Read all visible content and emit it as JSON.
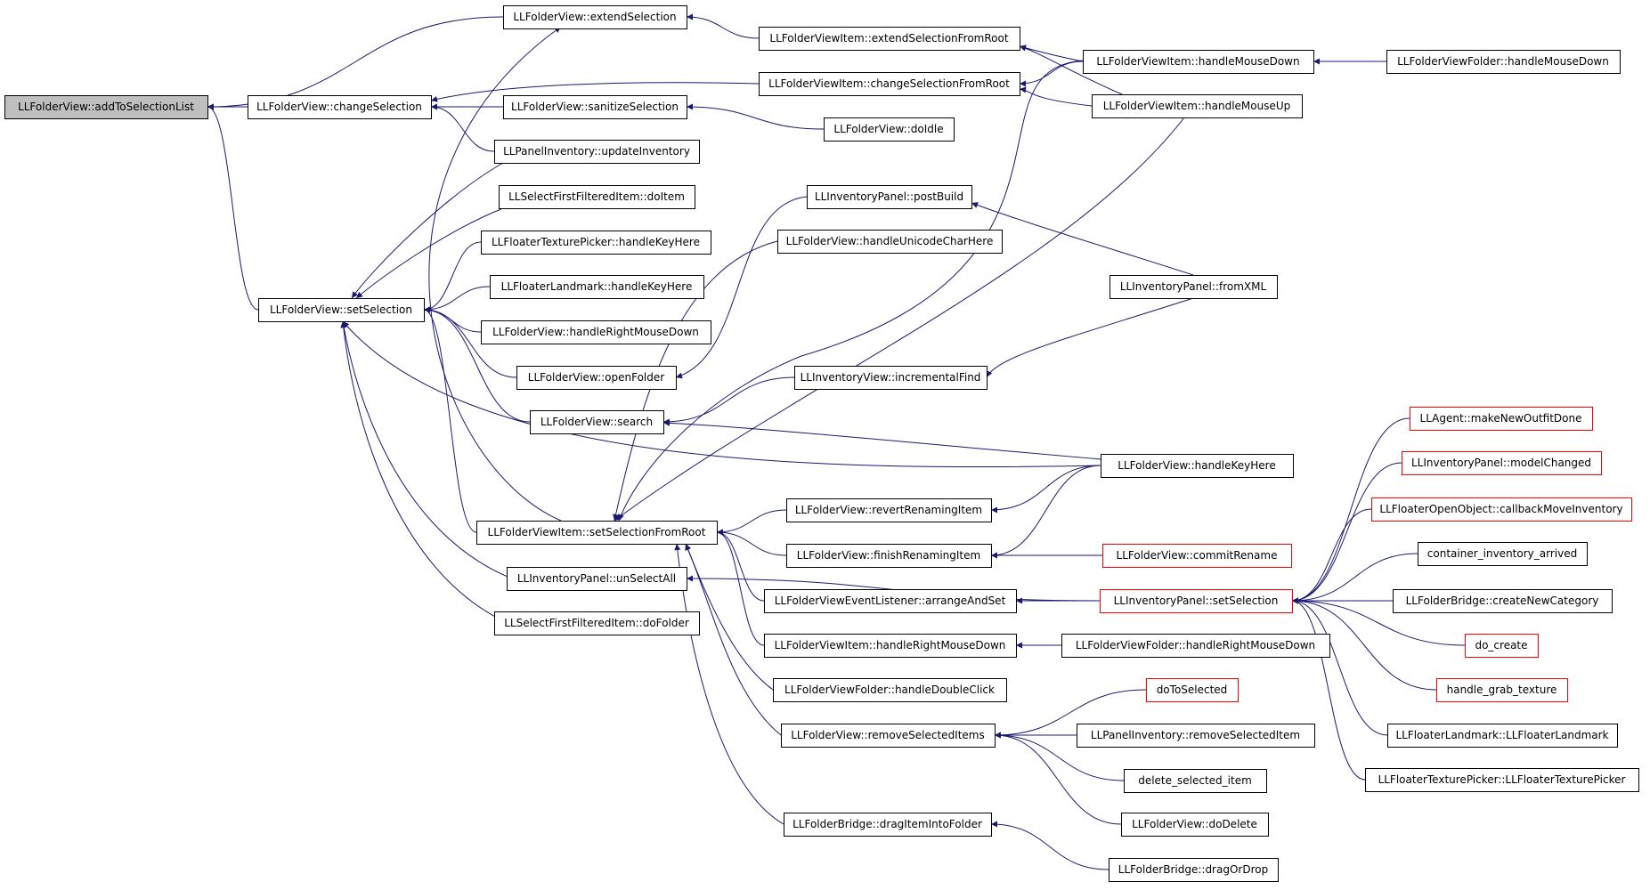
{
  "graph_type": "caller graph",
  "colors": {
    "edge": "#191970",
    "normal_border": "#000000",
    "truncated_border": "#ff0000",
    "root_fill": "#bfbfbf"
  },
  "nodes": [
    {
      "id": "n1",
      "label": "LLFolderView::addToSelectionList",
      "root": true
    },
    {
      "id": "n2",
      "label": "LLFolderView::extendSelection"
    },
    {
      "id": "n3",
      "label": "LLFolderView::changeSelection"
    },
    {
      "id": "n4",
      "label": "LLFolderView::setSelection"
    },
    {
      "id": "n5",
      "label": "LLFolderViewItem::extendSelectionFromRoot"
    },
    {
      "id": "n6",
      "label": "LLFolderViewItem::changeSelectionFromRoot"
    },
    {
      "id": "n7",
      "label": "LLFolderView::sanitizeSelection"
    },
    {
      "id": "n8",
      "label": "LLPanelInventory::updateInventory"
    },
    {
      "id": "n9",
      "label": "LLSelectFirstFilteredItem::doItem"
    },
    {
      "id": "n10",
      "label": "LLFloaterTexturePicker::handleKeyHere"
    },
    {
      "id": "n11",
      "label": "LLFloaterLandmark::handleKeyHere"
    },
    {
      "id": "n12",
      "label": "LLFolderView::handleRightMouseDown"
    },
    {
      "id": "n13",
      "label": "LLFolderView::openFolder"
    },
    {
      "id": "n14",
      "label": "LLFolderView::search"
    },
    {
      "id": "n15",
      "label": "LLFolderViewItem::setSelectionFromRoot"
    },
    {
      "id": "n16",
      "label": "LLInventoryPanel::unSelectAll"
    },
    {
      "id": "n17",
      "label": "LLSelectFirstFilteredItem::doFolder"
    },
    {
      "id": "n18",
      "label": "LLFolderViewItem::handleMouseDown"
    },
    {
      "id": "n19",
      "label": "LLFolderViewItem::handleMouseUp"
    },
    {
      "id": "n20",
      "label": "LLFolderViewFolder::handleMouseDown"
    },
    {
      "id": "n21",
      "label": "LLFolderView::doIdle"
    },
    {
      "id": "n22",
      "label": "LLInventoryPanel::postBuild"
    },
    {
      "id": "n23",
      "label": "LLFolderView::handleUnicodeCharHere"
    },
    {
      "id": "n24",
      "label": "LLInventoryPanel::fromXML"
    },
    {
      "id": "n25",
      "label": "LLInventoryView::incrementalFind"
    },
    {
      "id": "n26",
      "label": "LLFolderView::handleKeyHere"
    },
    {
      "id": "n27",
      "label": "LLFolderView::revertRenamingItem"
    },
    {
      "id": "n28",
      "label": "LLFolderView::finishRenamingItem"
    },
    {
      "id": "n29",
      "label": "LLFolderView::commitRename",
      "truncated": true
    },
    {
      "id": "n30",
      "label": "LLFolderViewEventListener::arrangeAndSet"
    },
    {
      "id": "n31",
      "label": "LLInventoryPanel::setSelection",
      "truncated": true
    },
    {
      "id": "n32",
      "label": "LLFolderViewItem::handleRightMouseDown"
    },
    {
      "id": "n33",
      "label": "LLFolderViewFolder::handleRightMouseDown"
    },
    {
      "id": "n34",
      "label": "LLFolderViewFolder::handleDoubleClick"
    },
    {
      "id": "n35",
      "label": "LLFolderView::removeSelectedItems"
    },
    {
      "id": "n36",
      "label": "doToSelected",
      "truncated": true
    },
    {
      "id": "n37",
      "label": "LLPanelInventory::removeSelectedItem"
    },
    {
      "id": "n38",
      "label": "delete_selected_item"
    },
    {
      "id": "n39",
      "label": "LLFolderView::doDelete"
    },
    {
      "id": "n40",
      "label": "LLFolderBridge::dragItemIntoFolder"
    },
    {
      "id": "n41",
      "label": "LLFolderBridge::dragOrDrop"
    },
    {
      "id": "n42",
      "label": "LLAgent::makeNewOutfitDone",
      "truncated": true
    },
    {
      "id": "n43",
      "label": "LLInventoryPanel::modelChanged",
      "truncated": true
    },
    {
      "id": "n44",
      "label": "LLFloaterOpenObject::callbackMoveInventory",
      "truncated": true
    },
    {
      "id": "n45",
      "label": "container_inventory_arrived"
    },
    {
      "id": "n46",
      "label": "LLFolderBridge::createNewCategory"
    },
    {
      "id": "n47",
      "label": "do_create",
      "truncated": true
    },
    {
      "id": "n48",
      "label": "handle_grab_texture",
      "truncated": true
    },
    {
      "id": "n49",
      "label": "LLFloaterLandmark::LLFloaterLandmark"
    },
    {
      "id": "n50",
      "label": "LLFloaterTexturePicker::LLFloaterTexturePicker"
    }
  ],
  "edges": [
    [
      "n2",
      "n1"
    ],
    [
      "n3",
      "n1"
    ],
    [
      "n4",
      "n1"
    ],
    [
      "n5",
      "n2"
    ],
    [
      "n15",
      "n2"
    ],
    [
      "n6",
      "n3"
    ],
    [
      "n7",
      "n3"
    ],
    [
      "n8",
      "n3"
    ],
    [
      "n8",
      "n4"
    ],
    [
      "n9",
      "n4"
    ],
    [
      "n10",
      "n4"
    ],
    [
      "n11",
      "n4"
    ],
    [
      "n12",
      "n4"
    ],
    [
      "n13",
      "n4"
    ],
    [
      "n14",
      "n4"
    ],
    [
      "n15",
      "n4"
    ],
    [
      "n16",
      "n4"
    ],
    [
      "n17",
      "n4"
    ],
    [
      "n26",
      "n4"
    ],
    [
      "n18",
      "n5"
    ],
    [
      "n19",
      "n5"
    ],
    [
      "n18",
      "n6"
    ],
    [
      "n19",
      "n6"
    ],
    [
      "n21",
      "n7"
    ],
    [
      "n22",
      "n13"
    ],
    [
      "n25",
      "n14"
    ],
    [
      "n26",
      "n14"
    ],
    [
      "n20",
      "n18"
    ],
    [
      "n24",
      "n22"
    ],
    [
      "n24",
      "n25"
    ],
    [
      "n27",
      "n15"
    ],
    [
      "n28",
      "n15"
    ],
    [
      "n30",
      "n15"
    ],
    [
      "n32",
      "n15"
    ],
    [
      "n34",
      "n15"
    ],
    [
      "n35",
      "n15"
    ],
    [
      "n40",
      "n15"
    ],
    [
      "n23",
      "n15"
    ],
    [
      "n18",
      "n15"
    ],
    [
      "n19",
      "n15"
    ],
    [
      "n26",
      "n27"
    ],
    [
      "n26",
      "n28"
    ],
    [
      "n29",
      "n28"
    ],
    [
      "n31",
      "n30"
    ],
    [
      "n31",
      "n16"
    ],
    [
      "n33",
      "n32"
    ],
    [
      "n36",
      "n35"
    ],
    [
      "n37",
      "n35"
    ],
    [
      "n38",
      "n35"
    ],
    [
      "n39",
      "n35"
    ],
    [
      "n41",
      "n40"
    ],
    [
      "n42",
      "n31"
    ],
    [
      "n43",
      "n31"
    ],
    [
      "n44",
      "n31"
    ],
    [
      "n45",
      "n31"
    ],
    [
      "n46",
      "n31"
    ],
    [
      "n47",
      "n31"
    ],
    [
      "n48",
      "n31"
    ],
    [
      "n49",
      "n31"
    ],
    [
      "n50",
      "n31"
    ]
  ]
}
